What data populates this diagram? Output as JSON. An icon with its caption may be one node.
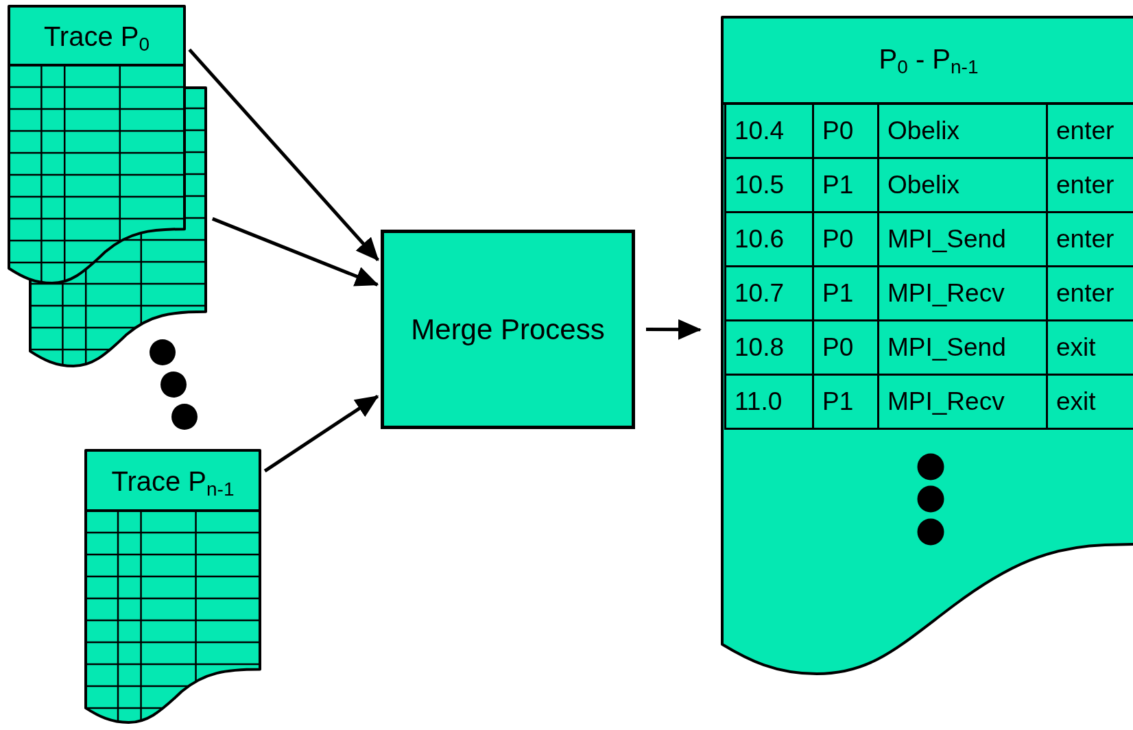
{
  "diagram": {
    "nodes": [
      {
        "text": [
          "Trace P$_{0}$"
        ]
      },
      {
        "text": [],
        "shape": "document"
      },
      {
        "text": [
          "Trace P$_{n-1}$"
        ]
      },
      {
        "text": [
          "Merge Process"
        ]
      },
      {
        "text": [
          "P$_{0}$ - P$_{n-1}$"
        ]
      }
    ],
    "edges": [
      {
        "from": 0,
        "to": 3,
        "arrow": "to"
      },
      {
        "from": 1,
        "to": 3,
        "arrow": "to"
      },
      {
        "from": 2,
        "to": 3,
        "arrow": "to"
      },
      {
        "from": 3,
        "to": 4,
        "arrow": "to"
      }
    ],
    "labels": [
      "10.4",
      "P0",
      "Obelix",
      "enter",
      "10.5",
      "P1",
      "Obelix",
      "enter",
      "10.6",
      "P0",
      "MPI_Send",
      "enter",
      "10.7",
      "P1",
      "MPI_Recv",
      "enter",
      "10.8",
      "P0",
      "MPI_Send",
      "exit",
      "11.0",
      "P1",
      "MPI_Recv",
      "exit"
    ]
  }
}
